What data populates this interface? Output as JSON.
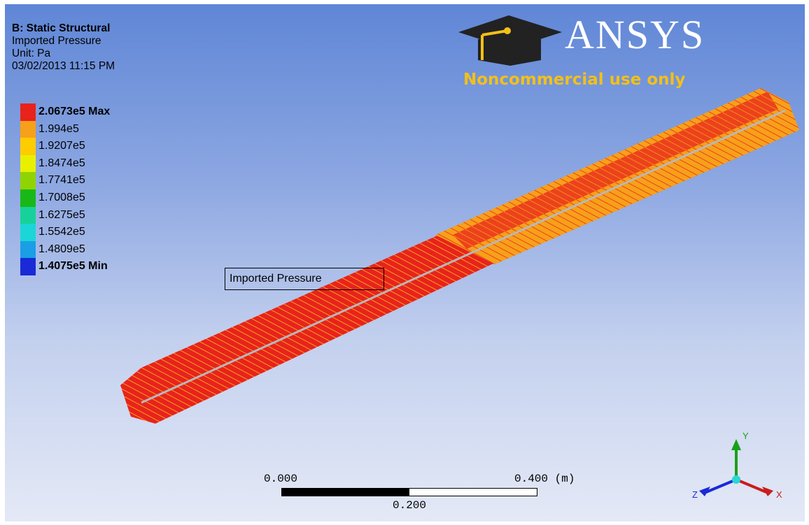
{
  "analysis": {
    "title": "B: Static Structural",
    "result": "Imported Pressure",
    "unit": "Unit: Pa",
    "timestamp": "03/02/2013 11:15 PM"
  },
  "legend": {
    "entries": [
      {
        "label": "2.0673e5 Max",
        "color": "#e8231c",
        "bold": true
      },
      {
        "label": "1.994e5",
        "color": "#f7a01a",
        "bold": false
      },
      {
        "label": "1.9207e5",
        "color": "#ffcc00",
        "bold": false
      },
      {
        "label": "1.8474e5",
        "color": "#e8f000",
        "bold": false
      },
      {
        "label": "1.7741e5",
        "color": "#8fd400",
        "bold": false
      },
      {
        "label": "1.7008e5",
        "color": "#18b818",
        "bold": false
      },
      {
        "label": "1.6275e5",
        "color": "#16d29a",
        "bold": false
      },
      {
        "label": "1.5542e5",
        "color": "#1ad6d6",
        "bold": false
      },
      {
        "label": "1.4809e5",
        "color": "#1a9ee6",
        "bold": false
      },
      {
        "label": "1.4075e5 Min",
        "color": "#1a2ad6",
        "bold": true
      }
    ]
  },
  "branding": {
    "logo_text": "ANSYS",
    "watermark": "Noncommercial use only"
  },
  "probe_label": "Imported Pressure",
  "scale_bar": {
    "start": "0.000",
    "mid": "0.200",
    "end": "0.400 (m)"
  },
  "triad": {
    "x_label": "X",
    "y_label": "Y",
    "z_label": "Z"
  },
  "colors": {
    "max": "#e8231c",
    "high": "#f7a01a",
    "bg_top": "#5f86d6",
    "bg_bottom": "#e4e9f6"
  }
}
